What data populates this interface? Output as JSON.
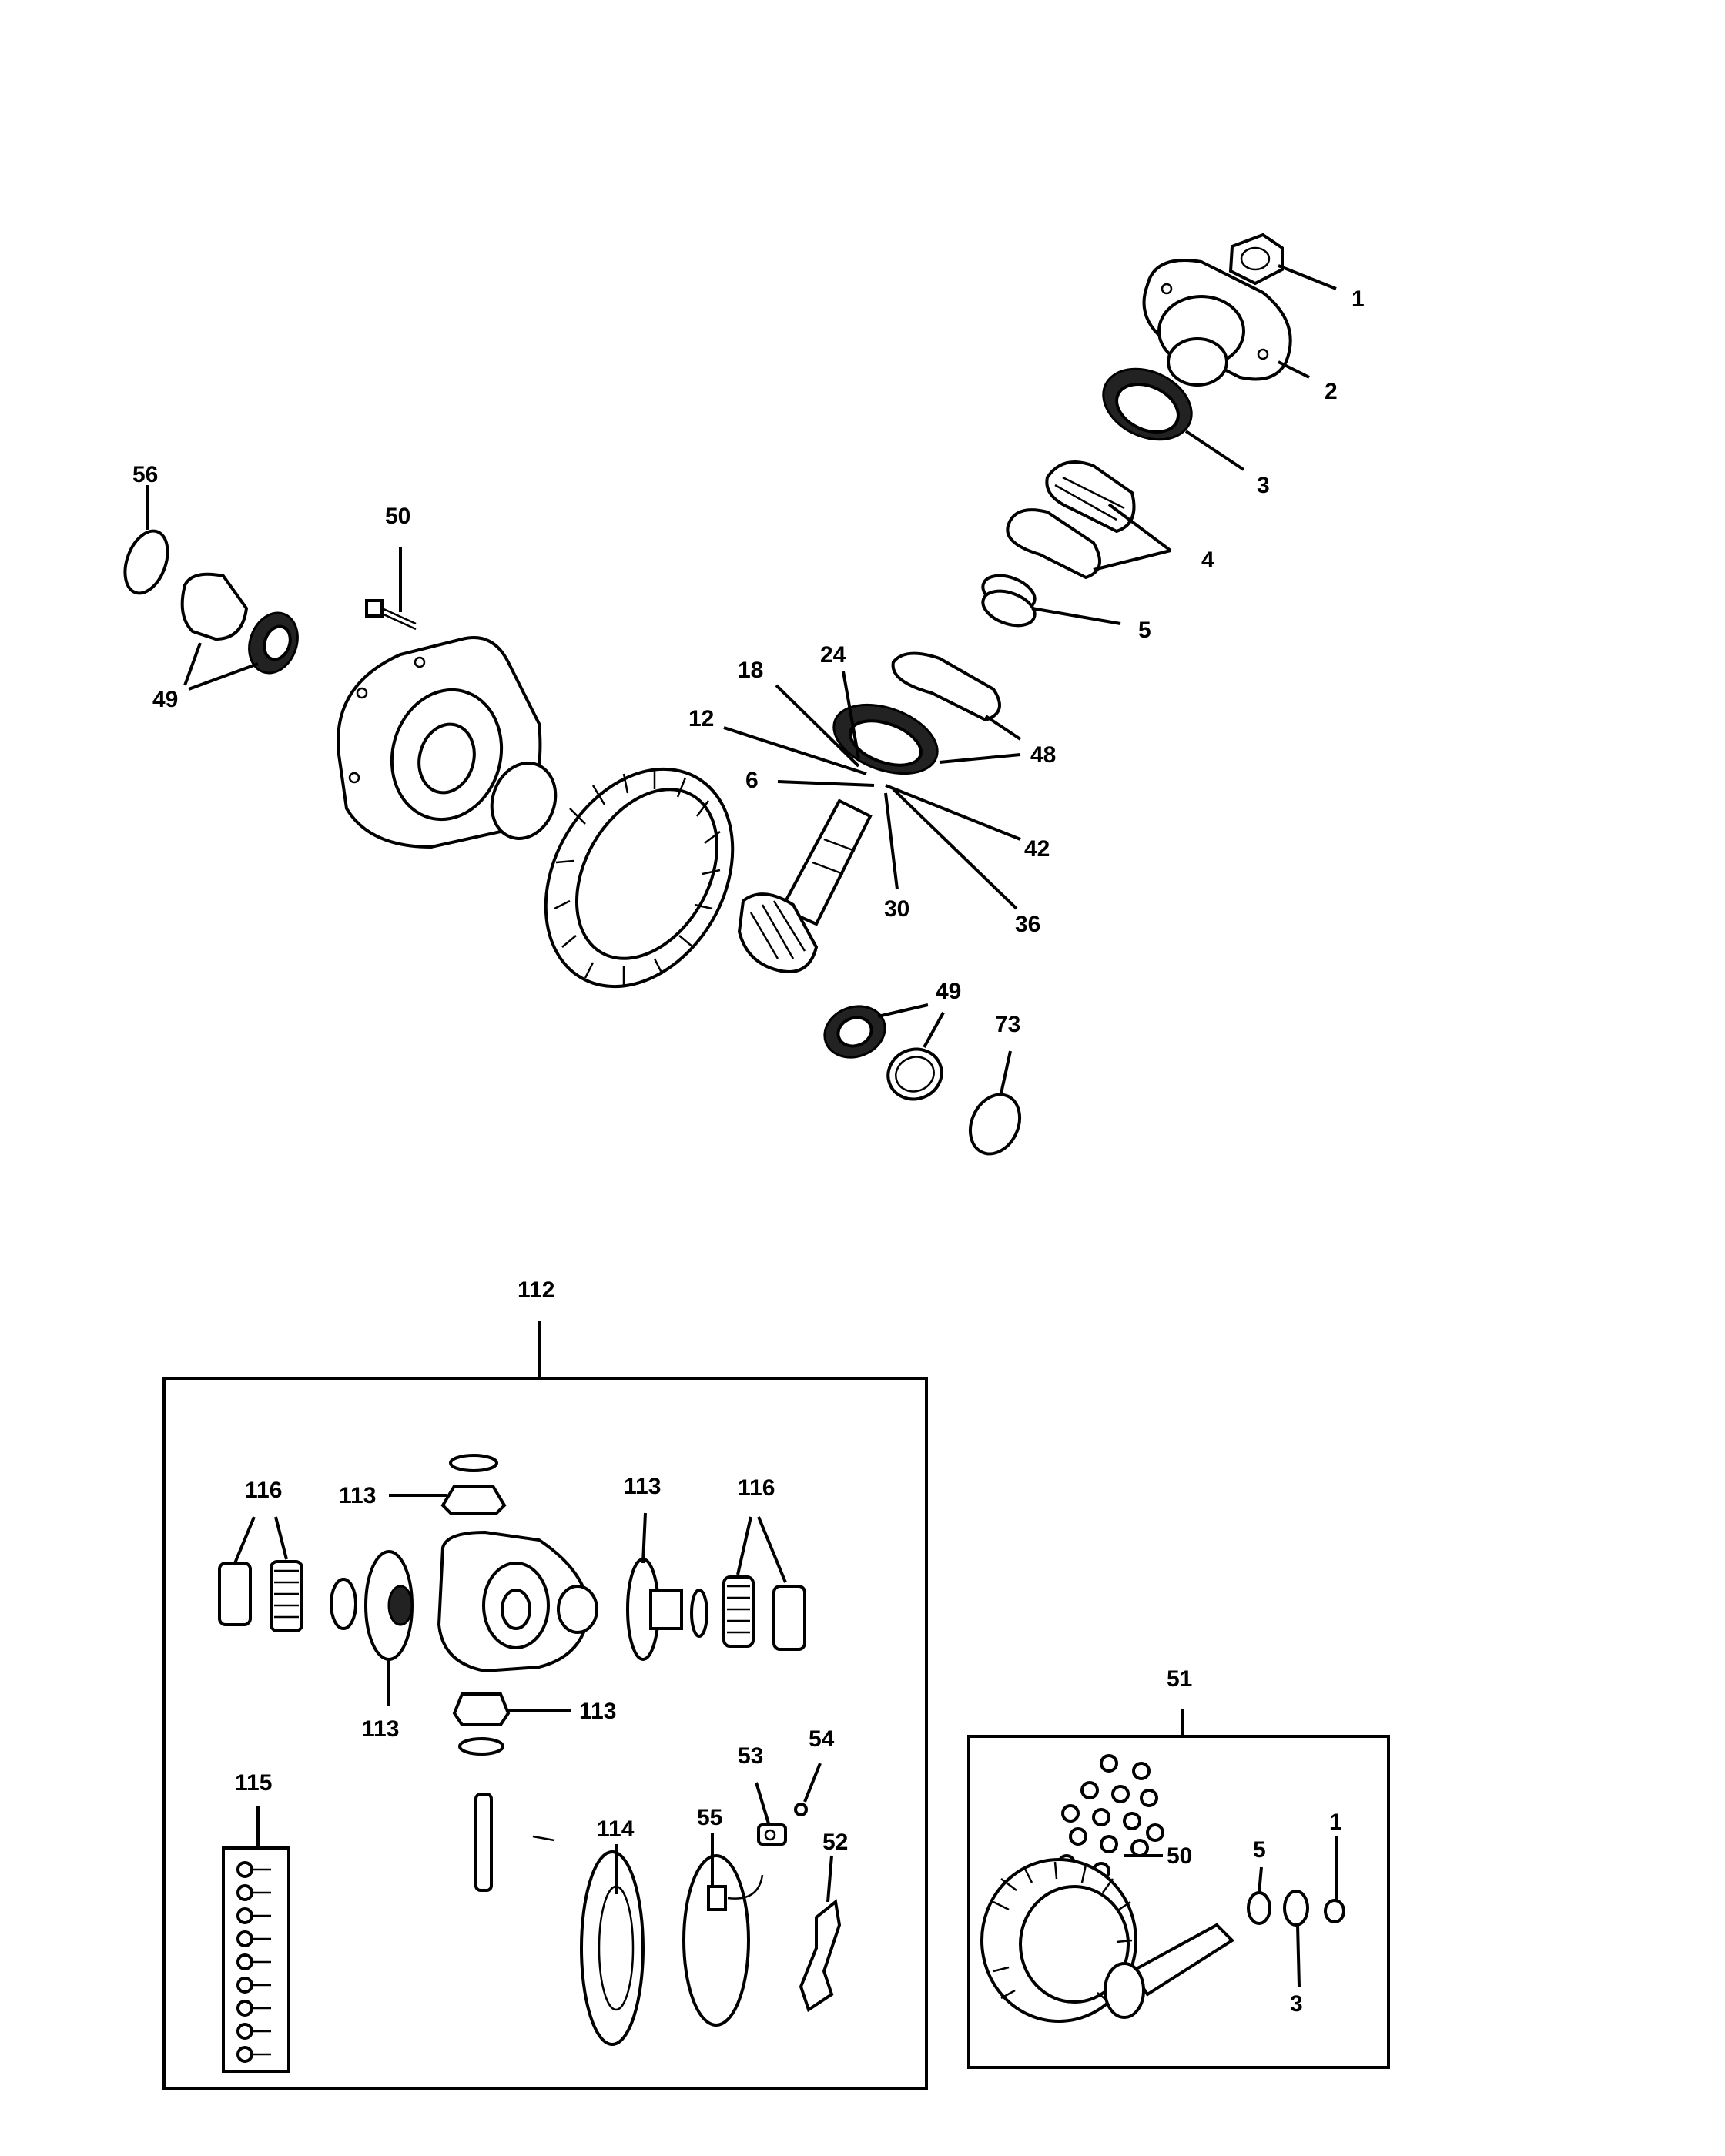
{
  "callouts": {
    "c1": "1",
    "c2": "2",
    "c3": "3",
    "c4": "4",
    "c5": "5",
    "c56": "56",
    "c50": "50",
    "c49a": "49",
    "c24": "24",
    "c18": "18",
    "c12": "12",
    "c48": "48",
    "c6": "6",
    "c42": "42",
    "c30": "30",
    "c36": "36",
    "c49b": "49",
    "c73": "73"
  },
  "kit_112": {
    "label": "112",
    "callouts": {
      "c116a": "116",
      "c113a": "113",
      "c113b": "113",
      "c116b": "116",
      "c113c": "113",
      "c113d": "113",
      "c115": "115",
      "c114": "114",
      "c55": "55",
      "c53": "53",
      "c54": "54",
      "c52": "52"
    }
  },
  "kit_51": {
    "label": "51",
    "callouts": {
      "c50": "50",
      "c5": "5",
      "c1": "1",
      "c3": "3"
    }
  }
}
